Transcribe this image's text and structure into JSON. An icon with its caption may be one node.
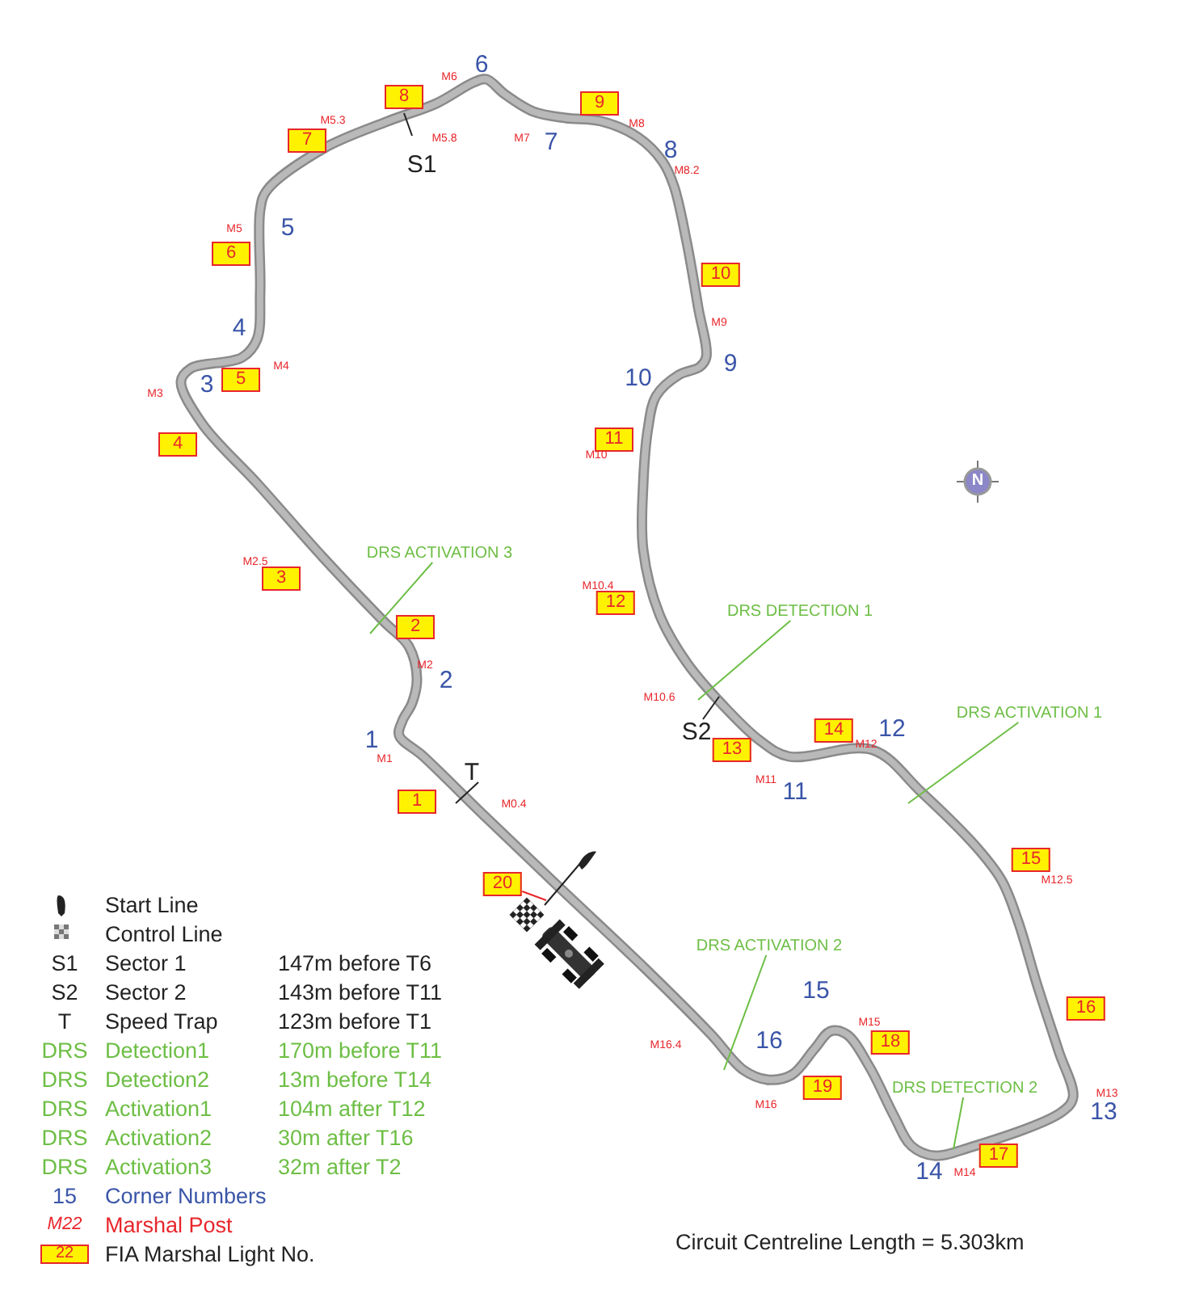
{
  "diagram": {
    "nodes": [
      {
        "text": [
          "1"
        ]
      },
      {
        "text": [
          "2"
        ]
      },
      {
        "text": [
          "3"
        ]
      },
      {
        "text": [
          "4"
        ]
      },
      {
        "text": [
          "5"
        ]
      },
      {
        "text": [
          "6"
        ]
      },
      {
        "text": [
          "7"
        ]
      },
      {
        "text": [
          "8"
        ]
      },
      {
        "text": [
          "9"
        ]
      },
      {
        "text": [
          "10"
        ]
      },
      {
        "text": [
          "11"
        ]
      },
      {
        "text": [
          "12"
        ]
      },
      {
        "text": [
          "13"
        ]
      },
      {
        "text": [
          "14"
        ]
      },
      {
        "text": [
          "15"
        ]
      },
      {
        "text": [
          "16"
        ]
      },
      {
        "text": [
          "17"
        ]
      },
      {
        "text": [
          "18"
        ]
      },
      {
        "text": [
          "19"
        ]
      },
      {
        "text": [
          "20"
        ]
      },
      {
        "text": [
          "DRS ACTIVATION 3"
        ]
      },
      {
        "text": [
          "DRS DETECTION 1"
        ]
      },
      {
        "text": [
          "DRS ACTIVATION 1"
        ]
      },
      {
        "text": [
          "DRS ACTIVATION 2"
        ]
      },
      {
        "text": [
          "DRS DETECTION 2"
        ]
      }
    ],
    "edges": [
      {
        "from": 20,
        "to": null,
        "arrow": "none"
      },
      {
        "from": 21,
        "to": null,
        "arrow": "none"
      },
      {
        "from": 22,
        "to": null,
        "arrow": "none"
      },
      {
        "from": 23,
        "to": null,
        "arrow": "none"
      },
      {
        "from": 24,
        "to": null,
        "arrow": "none"
      },
      {
        "from": 19,
        "to": null,
        "arrow": "none",
        "color": "#e8262b"
      }
    ],
    "labels": [
      "6",
      "M6",
      "M5.3",
      "M8",
      "M5.8",
      "M7",
      "7",
      "8",
      "S1",
      "M8.2",
      "5",
      "M5",
      "M9",
      "4",
      "9",
      "M4",
      "3",
      "10",
      "M3",
      "M10",
      "N",
      "M2.5",
      "M10.4",
      "M2",
      "2",
      "M10.6",
      "S2",
      "12",
      "1",
      "M12",
      "M1",
      "T",
      "M11",
      "11",
      "M0.4",
      "M12.5",
      "15",
      "M15",
      "16",
      "M16.4",
      "M13",
      "M16",
      "13",
      "14",
      "M14",
      "S1",
      "Sector 1",
      "147m before T6",
      "S2",
      "Sector 2",
      "143m before T11",
      "T",
      "Speed Trap",
      "123m before T1",
      "DRS",
      "Detection1",
      "170m before T11",
      "DRS",
      "Detection2",
      "13m before T14",
      "DRS",
      "Activation1",
      "104m after T12",
      "DRS",
      "Activation2",
      "30m after T16",
      "DRS",
      "Activation3",
      "32m after T2",
      "15",
      "Corner Numbers",
      "M22",
      "Marshal Post",
      "22",
      "FIA Marshal Light No.",
      "Circuit Centreline Length = 5.303km"
    ],
    "legend": [
      {
        "text": "Start Line"
      },
      {
        "text": "Control Line"
      }
    ]
  }
}
